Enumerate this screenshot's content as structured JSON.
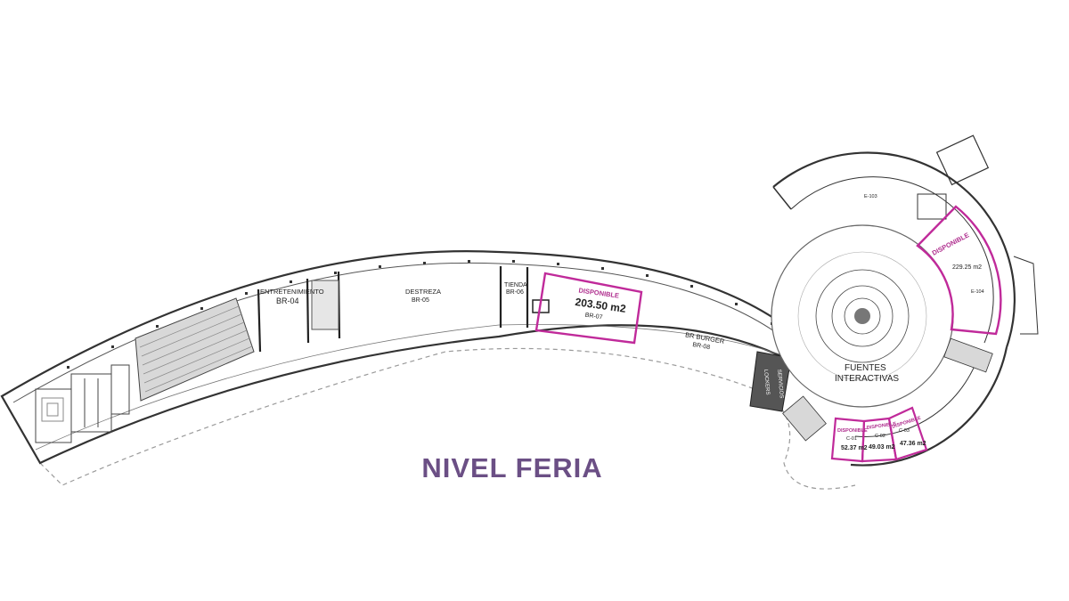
{
  "title": "NIVEL FERIA",
  "colors": {
    "available": "#c02a9a",
    "title": "#6b4f85",
    "wall": "#333333",
    "services": "#555555"
  },
  "spaces": {
    "entretenimiento": {
      "name": "ENTRETENIMIENTO",
      "code": "BR-04"
    },
    "destreza": {
      "name": "DESTREZA",
      "code": "BR-05"
    },
    "tienda": {
      "name": "TIENDA",
      "code": "BR-06"
    },
    "br07": {
      "status": "DISPONIBLE",
      "area": "203.50 m2",
      "code": "BR-07"
    },
    "burger": {
      "name": "BR BURGER",
      "code": "BR-08"
    },
    "lockers": "LOCKERS",
    "servicios": "SERVICIOS",
    "fuentes_line1": "FUENTES",
    "fuentes_line2": "INTERACTIVAS",
    "e103": "E-103",
    "e104": {
      "status": "DISPONIBLE",
      "area": "229.25 m2",
      "code": "E-104"
    },
    "c01": {
      "status": "DISPONIBLE",
      "code": "C-01",
      "area": "52.37 m2"
    },
    "c02": {
      "status": "DISPONIBLE",
      "code": "C-02",
      "area": "49.03 m2"
    },
    "c03": {
      "status": "DISPONIBLE",
      "code": "C-03",
      "area": "47.36 m2"
    }
  }
}
